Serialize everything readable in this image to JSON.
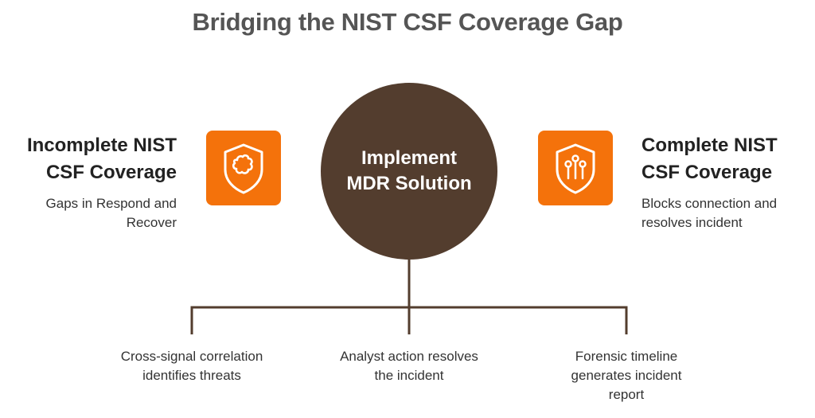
{
  "title": "Bridging the NIST CSF Coverage Gap",
  "center": {
    "lines": [
      "Implement",
      "MDR Solution"
    ]
  },
  "left": {
    "title_lines": [
      "Incomplete NIST",
      "CSF Coverage"
    ],
    "desc_lines": [
      "Gaps in Respond and",
      "Recover"
    ],
    "icon": "shield-puzzle-icon"
  },
  "right": {
    "title_lines": [
      "Complete NIST",
      "CSF Coverage"
    ],
    "desc_lines": [
      "Blocks connection and",
      "resolves incident"
    ],
    "icon": "shield-circuit-icon"
  },
  "branches": [
    {
      "lines": [
        "Cross-signal correlation",
        "identifies threats"
      ]
    },
    {
      "lines": [
        "Analyst action resolves",
        "the incident"
      ]
    },
    {
      "lines": [
        "Forensic timeline",
        "generates incident",
        "report"
      ]
    }
  ],
  "colors": {
    "accent": "#f4720b",
    "center": "#533d2e",
    "title": "#555555",
    "connector": "#533d2e"
  }
}
